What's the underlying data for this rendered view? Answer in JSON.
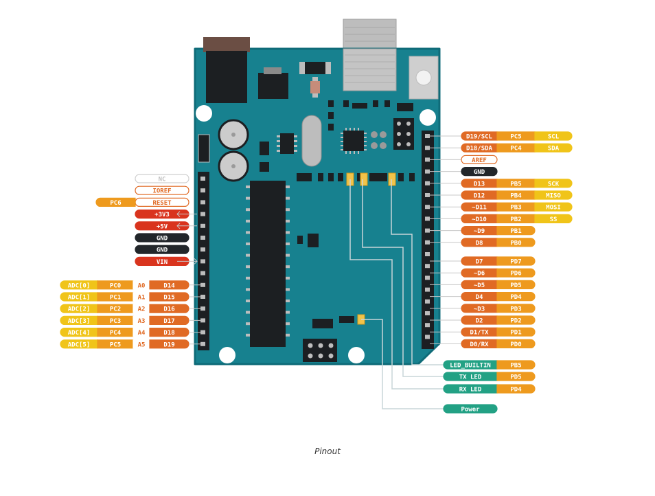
{
  "caption": "Pinout",
  "colors": {
    "board": "#17818f",
    "board_edge": "#0f6b78",
    "orange": "#ee9a1e",
    "orange_dark": "#e06a24",
    "yellow": "#f0c419",
    "red": "#d9341e",
    "black": "#22262a",
    "teal": "#22a184",
    "outline": "#e06a24"
  },
  "left": {
    "power": [
      {
        "pin": "NC",
        "style": "outline-grey"
      },
      {
        "pin": "IOREF",
        "style": "outline"
      },
      {
        "pin": "RESET",
        "style": "outline",
        "port": "PC6"
      },
      {
        "pin": "+3V3",
        "style": "red"
      },
      {
        "pin": "+5V",
        "style": "red"
      },
      {
        "pin": "GND",
        "style": "black"
      },
      {
        "pin": "GND",
        "style": "black"
      },
      {
        "pin": "VIN",
        "style": "red"
      }
    ],
    "analog": [
      {
        "adc": "ADC[0]",
        "port": "PC0",
        "a": "A0",
        "d": "D14"
      },
      {
        "adc": "ADC[1]",
        "port": "PC1",
        "a": "A1",
        "d": "D15"
      },
      {
        "adc": "ADC[2]",
        "port": "PC2",
        "a": "A2",
        "d": "D16"
      },
      {
        "adc": "ADC[3]",
        "port": "PC3",
        "a": "A3",
        "d": "D17"
      },
      {
        "adc": "ADC[4]",
        "port": "PC4",
        "a": "A4",
        "d": "D18"
      },
      {
        "adc": "ADC[5]",
        "port": "PC5",
        "a": "A5",
        "d": "D19"
      }
    ]
  },
  "right": {
    "top": [
      {
        "pin": "D19/SCL",
        "style": "orange",
        "port": "PC5",
        "fn": "SCL"
      },
      {
        "pin": "D18/SDA",
        "style": "orange",
        "port": "PC4",
        "fn": "SDA"
      },
      {
        "pin": "AREF",
        "style": "outline"
      },
      {
        "pin": "GND",
        "style": "black"
      },
      {
        "pin": "D13",
        "style": "orange",
        "port": "PB5",
        "fn": "SCK"
      },
      {
        "pin": "D12",
        "style": "orange",
        "port": "PB4",
        "fn": "MISO"
      },
      {
        "pin": "~D11",
        "style": "orange",
        "port": "PB3",
        "fn": "MOSI"
      },
      {
        "pin": "~D10",
        "style": "orange",
        "port": "PB2",
        "fn": "SS"
      },
      {
        "pin": "~D9",
        "style": "orange",
        "port": "PB1"
      },
      {
        "pin": "D8",
        "style": "orange",
        "port": "PB0"
      }
    ],
    "bottom": [
      {
        "pin": "D7",
        "port": "PD7"
      },
      {
        "pin": "~D6",
        "port": "PD6"
      },
      {
        "pin": "~D5",
        "port": "PD5"
      },
      {
        "pin": "D4",
        "port": "PD4"
      },
      {
        "pin": "~D3",
        "port": "PD3"
      },
      {
        "pin": "D2",
        "port": "PD2"
      },
      {
        "pin": "D1/TX",
        "port": "PD1"
      },
      {
        "pin": "D0/RX",
        "port": "PD0"
      }
    ],
    "leds": [
      {
        "label": "LED_BUILTIN",
        "port": "PB5"
      },
      {
        "label": "TX LED",
        "port": "PD5"
      },
      {
        "label": "RX LED",
        "port": "PD4"
      },
      {
        "label": "Power"
      }
    ]
  }
}
